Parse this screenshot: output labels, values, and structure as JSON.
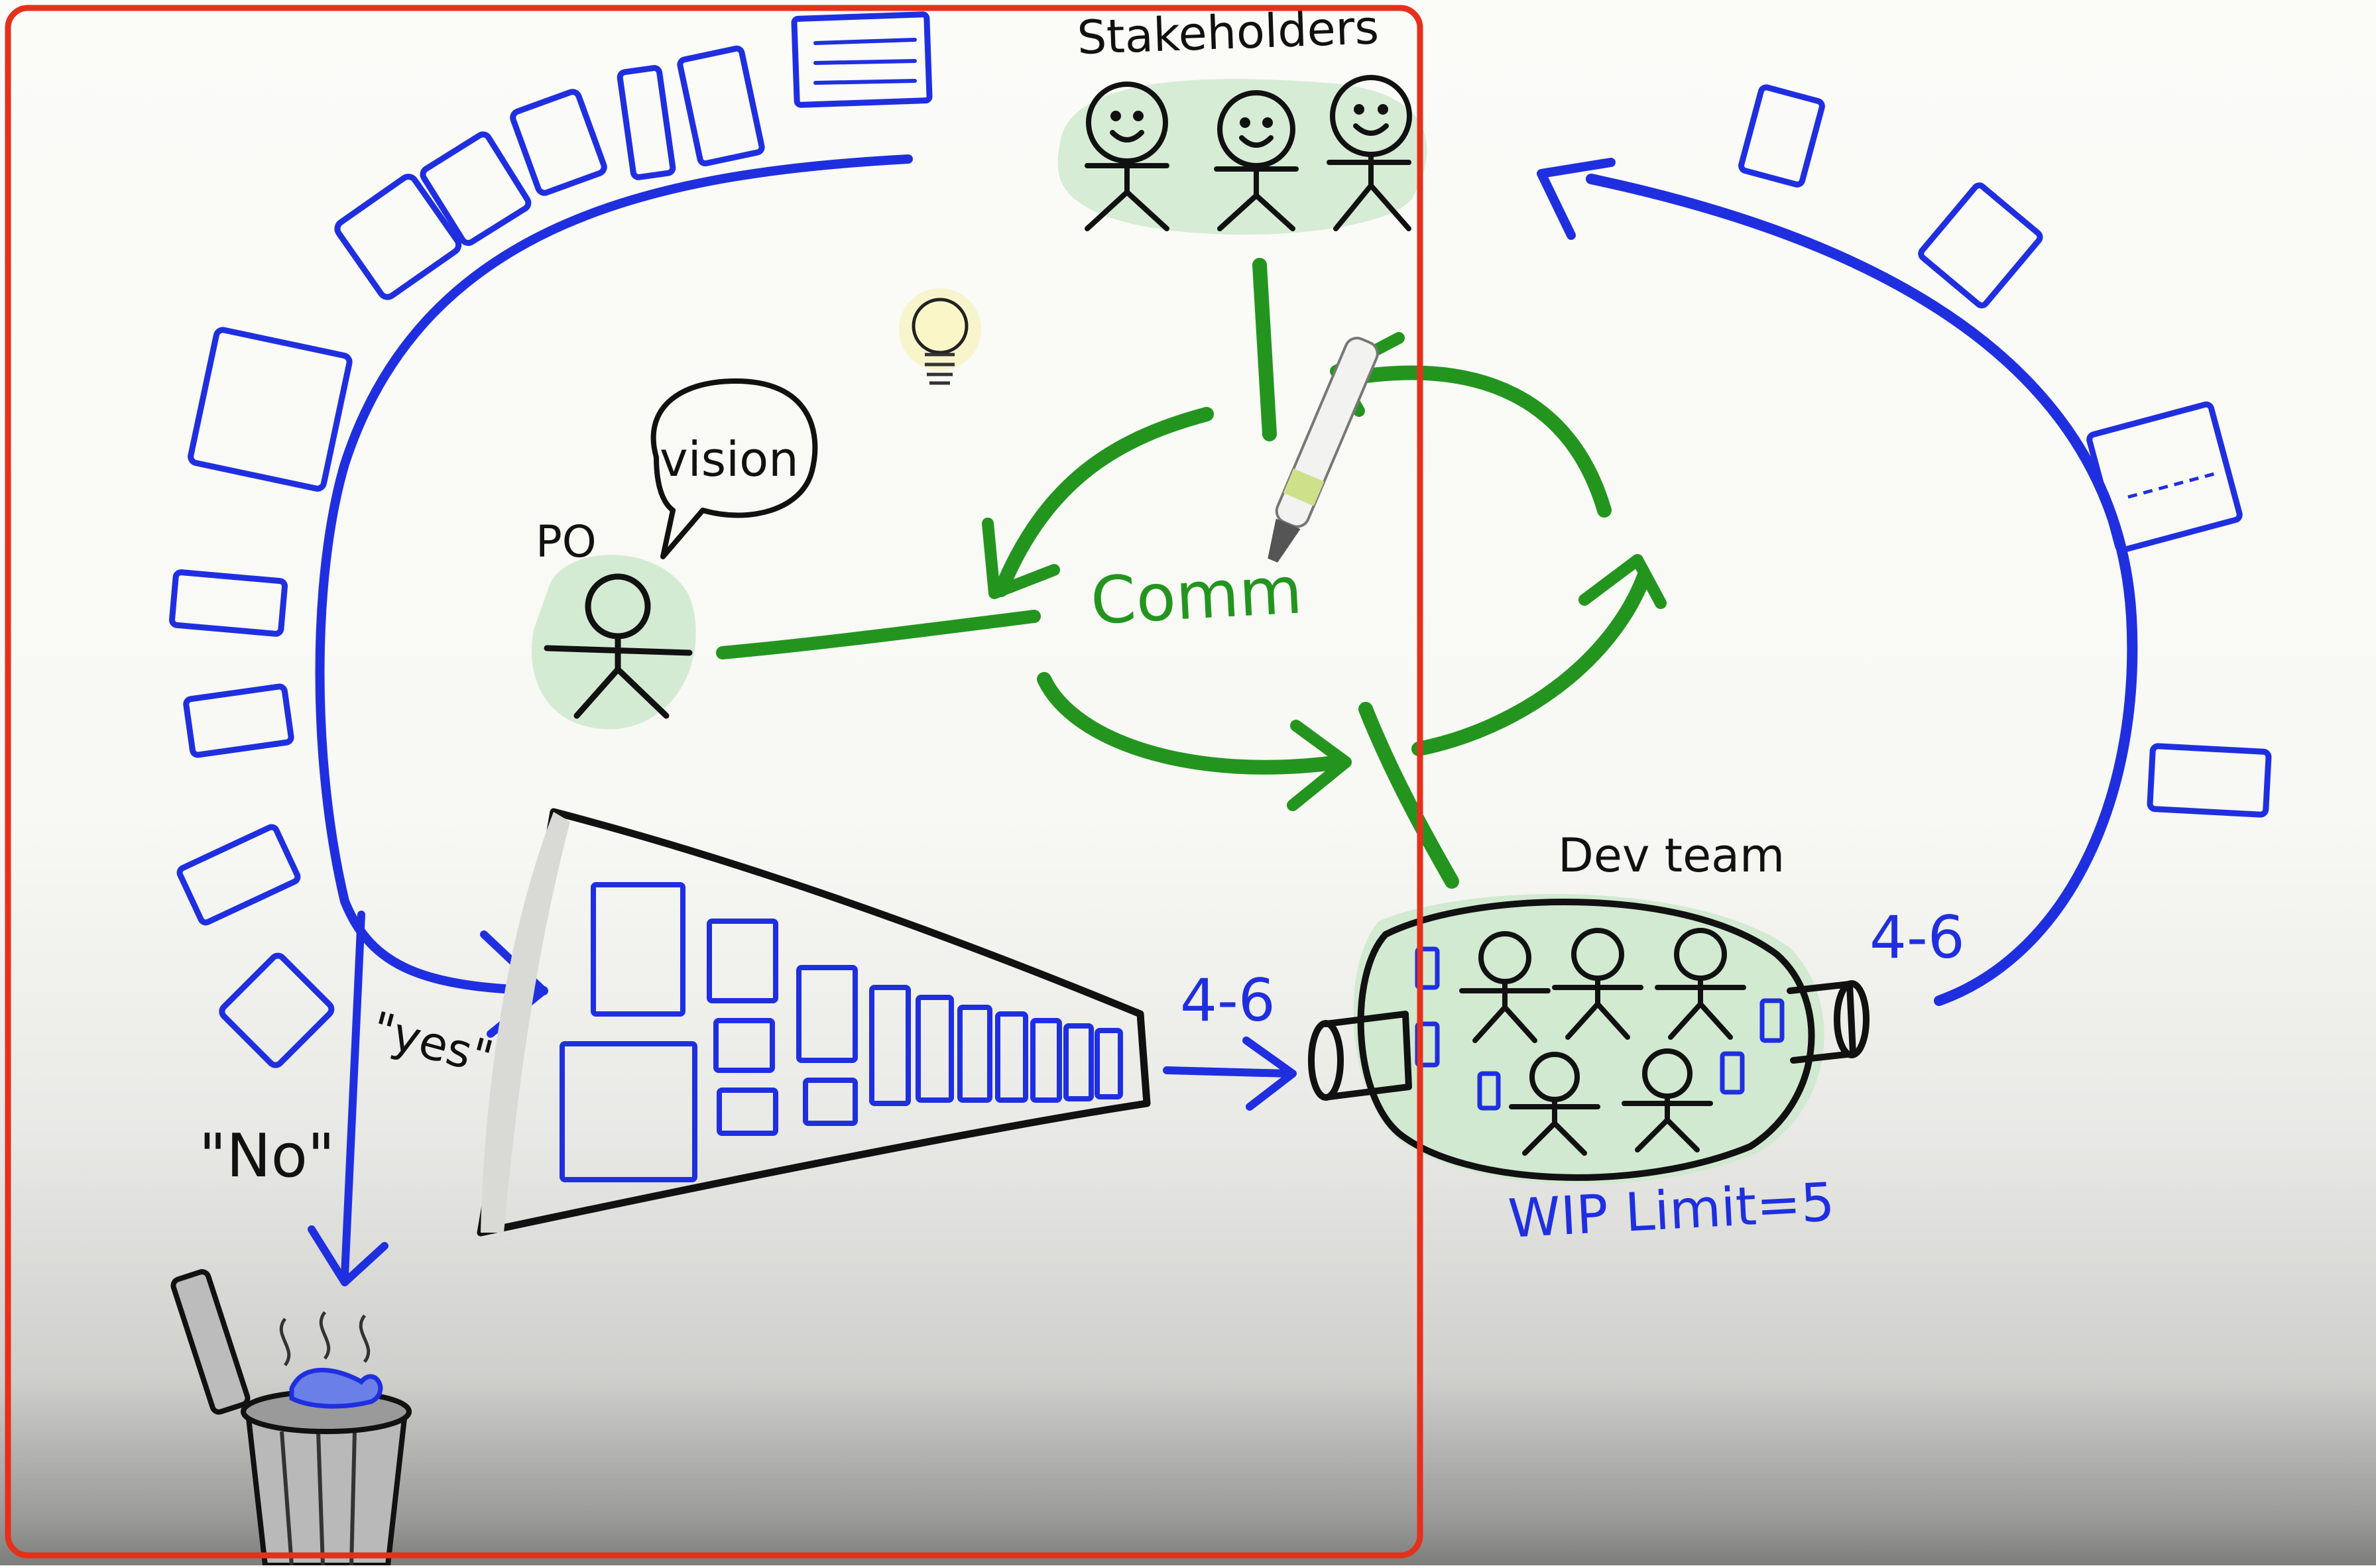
{
  "labels": {
    "stakeholders": "Stakeholders",
    "po": "PO",
    "vision": "vision",
    "comm": "Comm",
    "dev_team": "Dev team",
    "yes": "\"yes\"",
    "no": "\"No\"",
    "throughput_in": "4-6",
    "throughput_out": "4-6",
    "wip_limit": "WIP Limit=5"
  },
  "colors": {
    "ink": "#111111",
    "blue": "#1f2fe0",
    "card_fill": "#cde8f3",
    "green": "#23951f",
    "green_blob": "#cfe9cf",
    "highlight_frame": "#e5301c"
  },
  "icons": [
    "lightbulb-icon",
    "marker-pen-icon",
    "trash-can-icon"
  ]
}
